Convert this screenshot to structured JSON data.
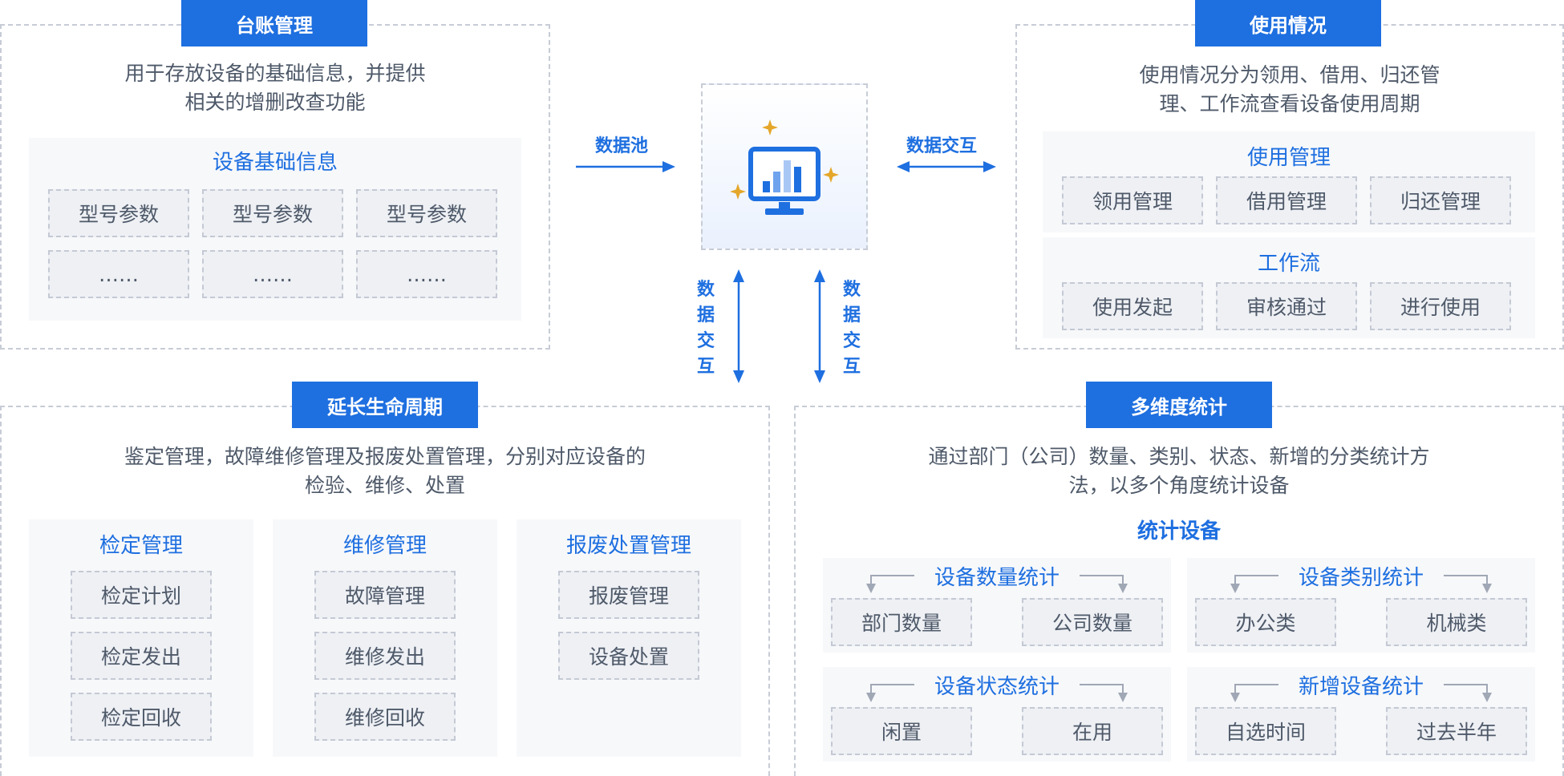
{
  "ledger": {
    "title": "台账管理",
    "desc_line1": "用于存放设备的基础信息，并提供",
    "desc_line2": "相关的增删改查功能",
    "sub_title": "设备基础信息",
    "cells": [
      "型号参数",
      "型号参数",
      "型号参数",
      "……",
      "……",
      "……"
    ]
  },
  "usage": {
    "title": "使用情况",
    "desc_line1": "使用情况分为领用、借用、归还管",
    "desc_line2": "理、工作流查看设备使用周期",
    "mgmt_title": "使用管理",
    "mgmt_cells": [
      "领用管理",
      "借用管理",
      "归还管理"
    ],
    "flow_title": "工作流",
    "flow_cells": [
      "使用发起",
      "审核通过",
      "进行使用"
    ]
  },
  "center": {
    "label_left": "数据池",
    "label_right": "数据交互",
    "vertical_left": [
      "数",
      "据",
      "交",
      "互"
    ],
    "vertical_right": [
      "数",
      "据",
      "交",
      "互"
    ]
  },
  "lifecycle": {
    "title": "延长生命周期",
    "desc_line1": "鉴定管理，故障维修管理及报废处置管理，分别对应设备的",
    "desc_line2": "检验、维修、处置",
    "groups": [
      {
        "title": "检定管理",
        "items": [
          "检定计划",
          "检定发出",
          "检定回收"
        ]
      },
      {
        "title": "维修管理",
        "items": [
          "故障管理",
          "维修发出",
          "维修回收"
        ]
      },
      {
        "title": "报废处置管理",
        "items": [
          "报废管理",
          "设备处置"
        ]
      }
    ]
  },
  "stats": {
    "title": "多维度统计",
    "desc_line1": "通过部门（公司）数量、类别、状态、新增的分类统计方",
    "desc_line2": "法，以多个角度统计设备",
    "heading": "统计设备",
    "groups": [
      {
        "title": "设备数量统计",
        "items": [
          "部门数量",
          "公司数量"
        ]
      },
      {
        "title": "设备类别统计",
        "items": [
          "办公类",
          "机械类"
        ]
      },
      {
        "title": "设备状态统计",
        "items": [
          "闲置",
          "在用"
        ]
      },
      {
        "title": "新增设备统计",
        "items": [
          "自选时间",
          "过去半年"
        ]
      }
    ]
  },
  "colors": {
    "accent": "#1e6fe0",
    "gold": "#e5a72a",
    "border": "#c7ccd6",
    "text": "#4e5969"
  },
  "icons": {
    "center": "monitor-chart-icon",
    "sparkle": "sparkle-icon"
  }
}
